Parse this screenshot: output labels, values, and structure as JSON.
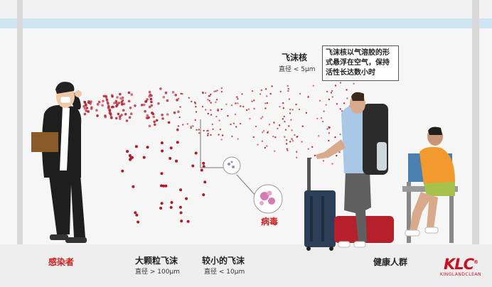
{
  "labels": {
    "infected": "感染者",
    "large_droplet": "大颗粒飞沫",
    "large_droplet_size": "直径 > 100μm",
    "small_droplet": "较小的飞沫",
    "small_droplet_size": "直径 < 10μm",
    "droplet_nucleus": "飞沫核",
    "droplet_nucleus_size": "直径 < 5μm",
    "virus": "病毒",
    "healthy_crowd": "健康人群"
  },
  "note": {
    "line1": "飞沫核以气溶胶的形",
    "line2": "式悬浮在空气，保持",
    "line3": "活性长达数小时"
  },
  "logo": {
    "mark": "KLC",
    "sub": "KINGLANDCLEAN",
    "reg": "®"
  },
  "colors": {
    "accent_red": "#d11f1f",
    "ceiling_blue": "#cfe6f2",
    "droplet_red": "#b3182a"
  }
}
